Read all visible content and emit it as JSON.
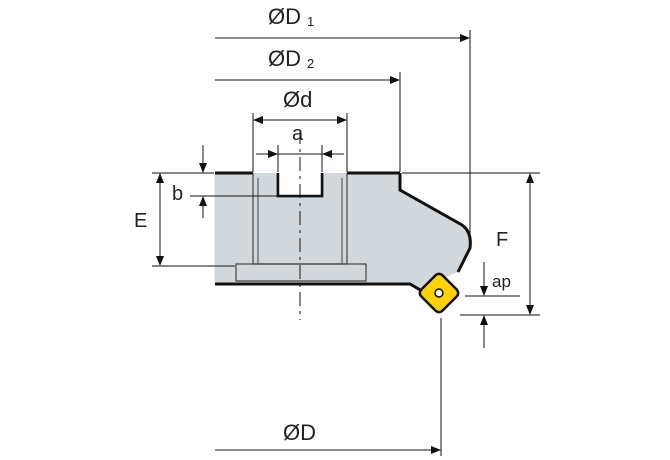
{
  "diagram": {
    "title": "",
    "labels": {
      "D1_base": "ØD",
      "D1_sub": "1",
      "D2_base": "ØD",
      "D2_sub": "2",
      "d": "Ød",
      "a": "a",
      "b": "b",
      "E": "E",
      "F": "F",
      "ap": "ap",
      "D": "ØD"
    },
    "colors": {
      "body_fill": "#d2d7dc",
      "line": "#111111",
      "insert_fill": "#ffd200",
      "background": "#ffffff"
    },
    "icons": {
      "arrowhead": "arrowhead-icon",
      "insert": "square-insert-icon"
    }
  }
}
